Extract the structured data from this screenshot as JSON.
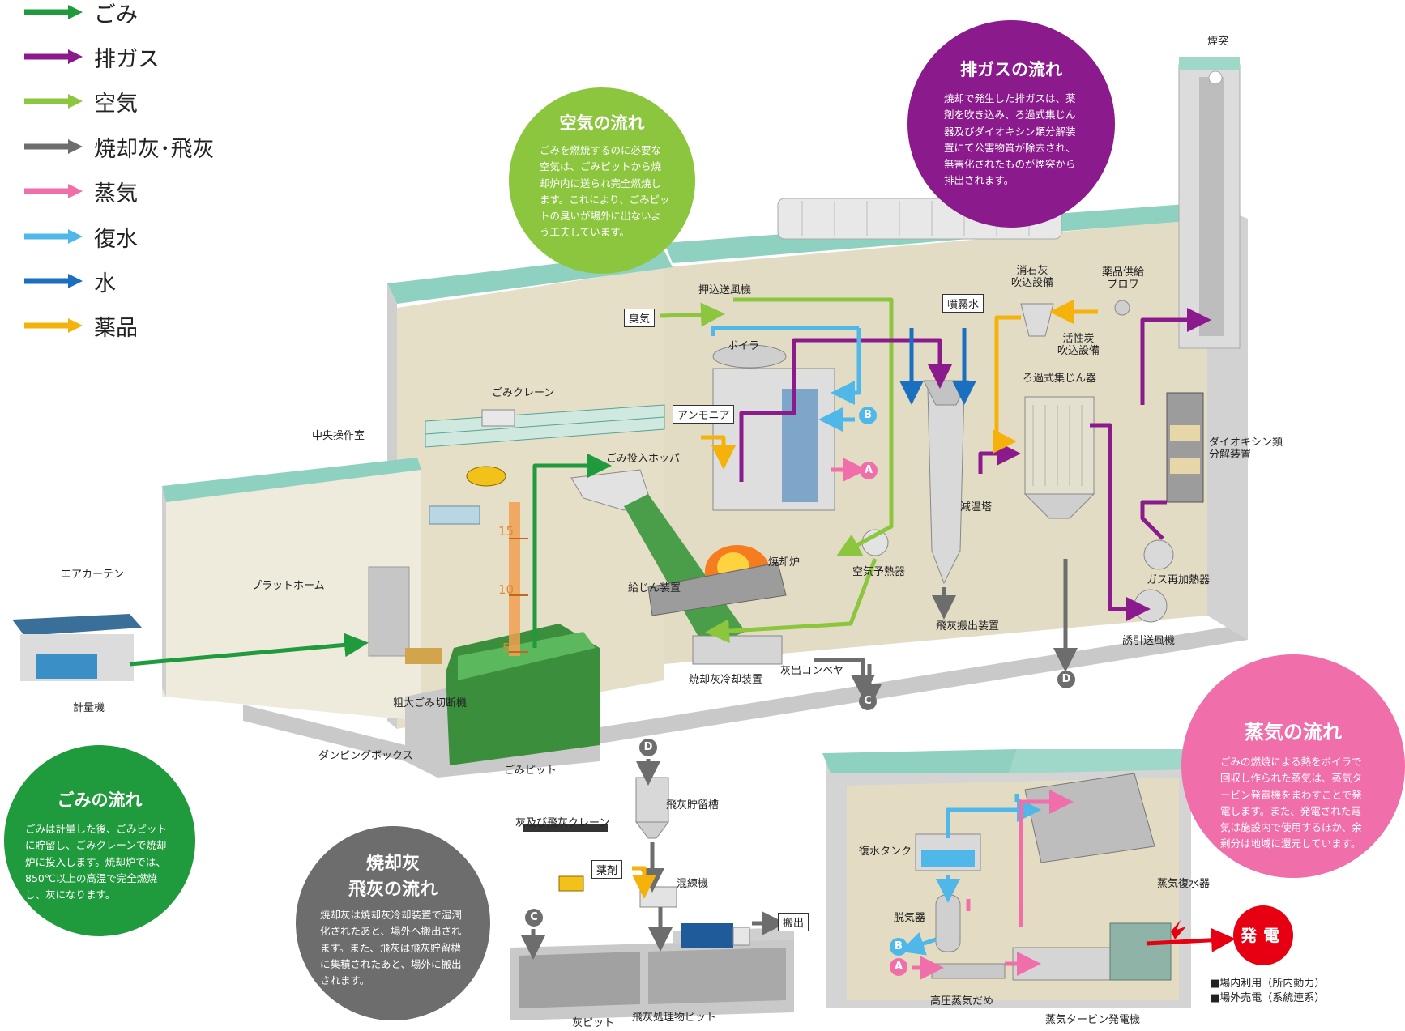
{
  "legend": [
    {
      "label": "ごみ",
      "color": "#1f9a3c"
    },
    {
      "label": "排ガス",
      "color": "#8b1a8c"
    },
    {
      "label": "空気",
      "color": "#8cc63f"
    },
    {
      "label": "焼却灰･飛灰",
      "color": "#6d6d6d"
    },
    {
      "label": "蒸気",
      "color": "#f06ea9"
    },
    {
      "label": "復水",
      "color": "#4fb8e8"
    },
    {
      "label": "水",
      "color": "#1a6fc0"
    },
    {
      "label": "薬品",
      "color": "#f5b20a"
    }
  ],
  "bubbles": {
    "air": {
      "title": "空気の流れ",
      "body": "ごみを燃焼するのに必要な空気は、ごみピットから焼却炉内に送られ完全燃焼します。これにより、ごみピットの臭いが場外に出ないよう工夫しています。",
      "color": "#8cc63f"
    },
    "gas": {
      "title": "排ガスの流れ",
      "body": "焼却で発生した排ガスは、薬剤を吹き込み、ろ過式集じん器及びダイオキシン類分解装置にて公害物質が除去され、無害化されたものが煙突から排出されます。",
      "color": "#8b1a8c"
    },
    "steam": {
      "title": "蒸気の流れ",
      "body": "ごみの燃焼による熱をボイラで回収し作られた蒸気は、蒸気タービン発電機をまわすことで発電します。また、発電された電気は施設内で使用するほか、余剰分は地域に還元しています。",
      "color": "#f06ea9"
    },
    "waste": {
      "title": "ごみの流れ",
      "body": "ごみは計量した後、ごみピットに貯留し、ごみクレーンで焼却炉に投入します。焼却炉では、850℃以上の高温で完全燃焼し、灰になります。",
      "color": "#1f9a3c"
    },
    "ash": {
      "title1": "焼却灰",
      "title2": "飛灰の流れ",
      "body": "焼却灰は焼却灰冷却装置で湿潤化されたあと、場外へ搬出されます。また、飛灰は飛灰貯留槽に集積されたあと、場外に搬出されます。",
      "color": "#6d6d6d"
    }
  },
  "labels": {
    "chimney": "煙突",
    "push_fan": "押込送風機",
    "odor": "臭気",
    "boiler": "ボイラ",
    "ammonia": "アンモニア",
    "spray_water": "噴霧水",
    "slaked_lime": "消石灰\n吹込設備",
    "chem_blower": "薬品供給\nブロワ",
    "activated_carbon": "活性炭\n吹込設備",
    "bag_filter": "ろ過式集じん器",
    "dioxin": "ダイオキシン類\n分解装置",
    "gas_reheater": "ガス再加熱器",
    "induced_fan": "誘引送風機",
    "cooling_tower": "減温塔",
    "fly_ash_conveyor": "飛灰搬出装置",
    "air_preheater": "空気予熱器",
    "incinerator": "焼却炉",
    "feeder": "給じん装置",
    "hopper": "ごみ投入ホッパ",
    "crane": "ごみクレーン",
    "control_room": "中央操作室",
    "platform": "プラットホーム",
    "air_curtain": "エアカーテン",
    "scale": "計量機",
    "bulky_cutter": "粗大ごみ切断機",
    "dumping_box": "ダンピングボックス",
    "pit": "ごみピット",
    "ash_cooler": "焼却灰冷却装置",
    "ash_conveyor": "灰出コンベヤ",
    "fly_ash_tank": "飛灰貯留槽",
    "ash_crane": "灰及び飛灰クレーン",
    "chemical": "薬剤",
    "mixer": "混練機",
    "carry_out": "搬出",
    "ash_pit": "灰ピット",
    "fly_ash_pit": "飛灰処理物ピット",
    "condensate_tank": "復水タンク",
    "steam_condenser": "蒸気復水器",
    "deaerator": "脱気器",
    "hp_steam_header": "高圧蒸気だめ",
    "turbine": "蒸気タービン発電機",
    "power": "発電",
    "use_inside": "■場内利用（所内動力）",
    "sell_outside": "■場外売電（系統連系）",
    "scale_15": "15",
    "scale_10": "10",
    "scale_5": "5"
  },
  "connectors": {
    "A": "A",
    "B": "B",
    "C": "C",
    "D": "D"
  }
}
